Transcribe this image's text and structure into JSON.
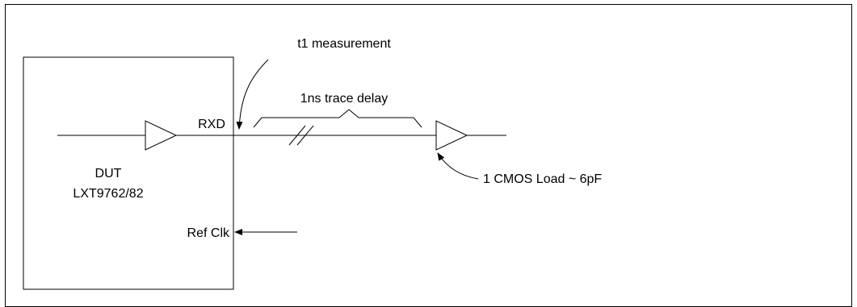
{
  "labels": {
    "dut_name": "DUT",
    "dut_part": "LXT9762/82",
    "rxd": "RXD",
    "t1_measurement": "t1 measurement",
    "trace_delay": "1ns trace delay",
    "cmos_load": "1 CMOS Load ~ 6pF",
    "ref_clk": "Ref Clk"
  },
  "colors": {
    "stroke": "#000000",
    "frame": "#000000",
    "background": "#ffffff"
  }
}
